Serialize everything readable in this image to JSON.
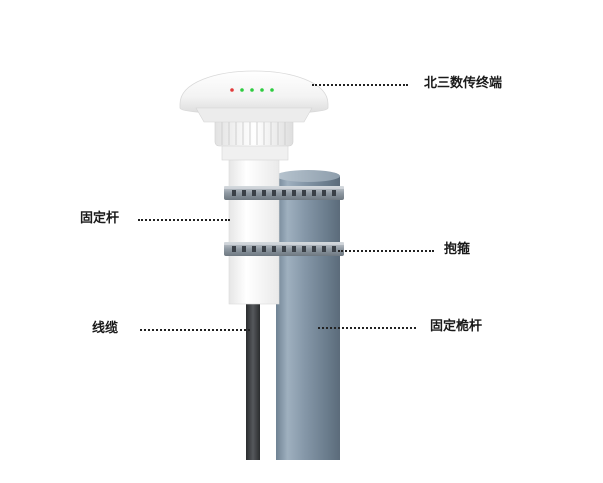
{
  "labels": {
    "terminal": "北三数传终端",
    "fixed_rod": "固定杆",
    "clamp": "抱箍",
    "cable": "线缆",
    "fixed_pole": "固定桅杆"
  },
  "led_colors": [
    "#e23b3b",
    "#2ecc40",
    "#2ecc40",
    "#2ecc40",
    "#2ecc40"
  ],
  "colors": {
    "pole": "#8497a8",
    "cable": "#3b3d40",
    "terminal": "#f4f4f4",
    "clamp": "#9aa4ad"
  }
}
